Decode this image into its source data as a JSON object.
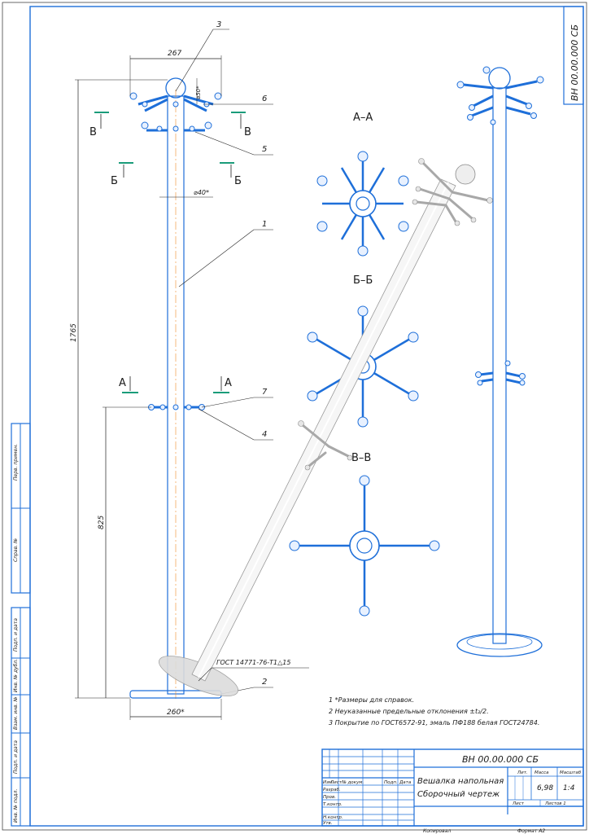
{
  "drawing": {
    "designation": "ВН 00.00.000 СБ",
    "title_line1": "Вешалка напольная",
    "title_line2": "Сборочный чертеж",
    "mass": "6,98",
    "scale": "1:4",
    "sheet_label": "Лист",
    "sheets_label": "Листов 1",
    "lit_label": "Лит.",
    "mass_label": "Масса",
    "scale_label": "Масштаб",
    "copied": "Копировал",
    "format": "Формат А2"
  },
  "stamp_rows": {
    "izm": "Изм.",
    "list": "Лист",
    "doc": "№ докум.",
    "podp": "Подп.",
    "data": "Дата",
    "razrab": "Разраб.",
    "prov": "Пров.",
    "tkontr": "Т.контр.",
    "nkontr": "Н.контр.",
    "utv": "Утв."
  },
  "side_labels": {
    "perv": "Перв. примен.",
    "sprav": "Справ. №",
    "podp_data1": "Подп. и дата",
    "inv_dubl": "Инв. № дубл.",
    "vzam": "Взам. инв. №",
    "podp_data2": "Подп. и дата",
    "inv_podl": "Инв. № подл."
  },
  "dims": {
    "width_top": "267",
    "ball_dia": "⌀50*",
    "pole_dia": "⌀40*",
    "height_total": "1765",
    "height_lower": "825",
    "base_dia": "260*",
    "weld": "ГОСТ 14771-76-Т1△15"
  },
  "callouts": [
    "1",
    "2",
    "3",
    "4",
    "5",
    "6",
    "7"
  ],
  "sections": {
    "aa": "А–А",
    "bb": "Б–Б",
    "vv": "В–В",
    "a": "А",
    "b": "Б",
    "v": "В"
  },
  "notes": [
    "1 *Размеры для справок.",
    "2 Неуказанные предельные отклонения ±t₂/2.",
    "3 Покрытие по ГОСТ6572-91, эмаль ПФ188 белая ГОСТ24784."
  ]
}
